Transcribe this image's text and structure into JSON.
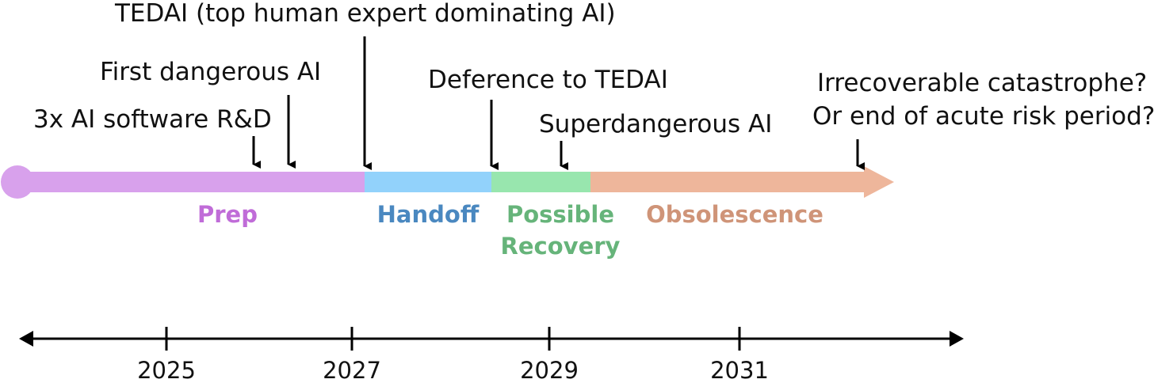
{
  "events": [
    {
      "id": "3x-ai-software-rd",
      "lines": [
        "3x AI software R&D"
      ]
    },
    {
      "id": "first-dangerous-ai",
      "lines": [
        "First dangerous AI"
      ]
    },
    {
      "id": "tedai",
      "lines": [
        "TEDAI (top human expert dominating AI)"
      ]
    },
    {
      "id": "deference-to-tedai",
      "lines": [
        "Deference to TEDAI"
      ]
    },
    {
      "id": "superdangerous-ai",
      "lines": [
        "Superdangerous AI"
      ]
    },
    {
      "id": "irrecoverable-catastrophe",
      "lines": [
        "Irrecoverable catastrophe?",
        "Or end of acute risk period?"
      ]
    }
  ],
  "phases": [
    {
      "id": "prep",
      "lines": [
        "Prep"
      ],
      "bar_color": "#d8a1ec",
      "text_color": "#c06cd8"
    },
    {
      "id": "handoff",
      "lines": [
        "Handoff"
      ],
      "bar_color": "#92d2fb",
      "text_color": "#4a88c0"
    },
    {
      "id": "possible-recovery",
      "lines": [
        "Possible",
        "Recovery"
      ],
      "bar_color": "#98e6ae",
      "text_color": "#66b47a"
    },
    {
      "id": "obsolescence",
      "lines": [
        "Obsolescence"
      ],
      "bar_color": "#eeb69b",
      "text_color": "#cf9478"
    }
  ],
  "axis": {
    "ticks": [
      "2025",
      "2027",
      "2029",
      "2031"
    ],
    "color": "#000000"
  }
}
